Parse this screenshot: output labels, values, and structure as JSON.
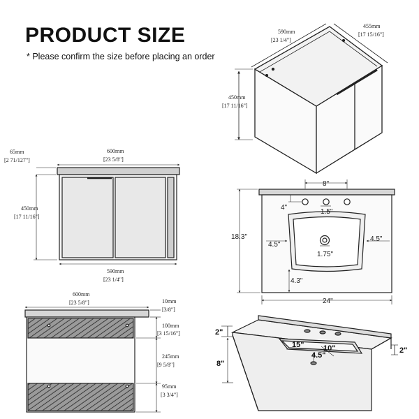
{
  "header": {
    "title": "PRODUCT SIZE",
    "subtitle": "* Please confirm the size before placing an order"
  },
  "cabinet_iso": {
    "width_mm": "590mm",
    "width_in": "[23 1/4\"]",
    "depth_mm": "455mm",
    "depth_in": "[17 15/16\"]",
    "height_mm": "450mm",
    "height_in": "[17 11/16\"]"
  },
  "front_view": {
    "top_mm": "600mm",
    "top_in": "[23 5/8\"]",
    "slab_mm": "65mm",
    "slab_in": "[2 71/127\"]",
    "height_mm": "450mm",
    "height_in": "[17 11/16\"]",
    "base_mm": "590mm",
    "base_in": "[23 1/4\"]"
  },
  "top_view": {
    "faucet_spacing": "8\"",
    "hole_offset": "4\"",
    "hole_dia": "1.5\"",
    "left_margin": "4.5\"",
    "right_margin": "4.5\"",
    "drain_dia": "1.75\"",
    "depth": "18.3\"",
    "bottom_margin": "4.3\"",
    "width": "24\""
  },
  "side_view": {
    "top_mm": "600mm",
    "top_in": "[23 5/8\"]",
    "slab_mm": "10mm",
    "slab_in": "[3/8\"]",
    "upper_mm": "100mm",
    "upper_in": "[3 15/16\"]",
    "middle_mm": "245mm",
    "middle_in": "[9 5/8\"]",
    "lower_mm": "95mm",
    "lower_in": "[3 3/4\"]"
  },
  "countertop_iso": {
    "edge_height": "2\"",
    "backsplash_height": "2\"",
    "basin_depth": "8\"",
    "basin_width": "15\"",
    "basin_length": "10\"",
    "drain_offset": "4.5\""
  }
}
